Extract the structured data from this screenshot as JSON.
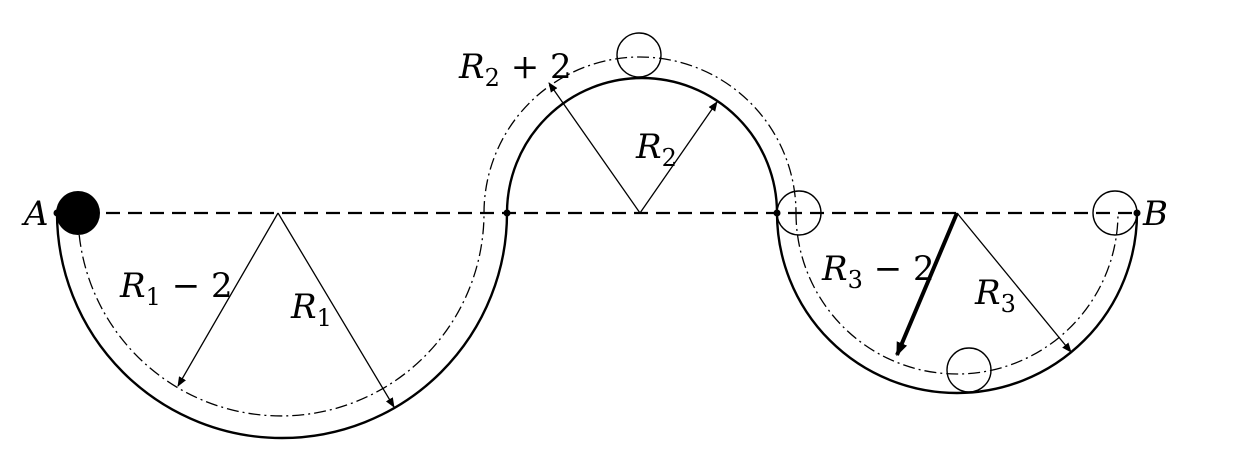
{
  "labels": {
    "point_a": "A",
    "point_b": "B",
    "r1": {
      "base": "R",
      "sub": "1",
      "suffix": ""
    },
    "r1_minus_2": {
      "base": "R",
      "sub": "1",
      "suffix": " − 2"
    },
    "r2": {
      "base": "R",
      "sub": "2",
      "suffix": ""
    },
    "r2_plus_2": {
      "base": "R",
      "sub": "2",
      "suffix": " + 2"
    },
    "r3": {
      "base": "R",
      "sub": "3",
      "suffix": ""
    },
    "r3_minus_2": {
      "base": "R",
      "sub": "3",
      "suffix": " − 2"
    }
  },
  "colors": {
    "stroke": "#000000",
    "background": "#ffffff"
  }
}
